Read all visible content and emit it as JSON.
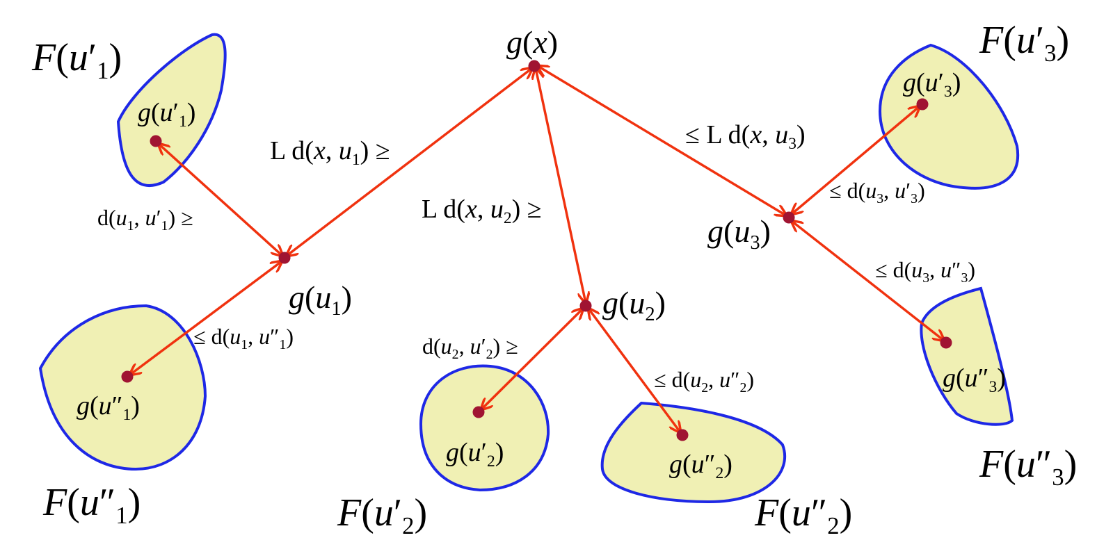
{
  "diagram": {
    "colors": {
      "region_fill": "#f0f0b4",
      "region_stroke": "#1e28e6",
      "arrow": "#f0320f",
      "point": "#a01432"
    },
    "center": {
      "func": "g",
      "arg": "x"
    },
    "points": {
      "u1": {
        "func": "g",
        "arg": "u",
        "sub": "1",
        "prime": ""
      },
      "u2": {
        "func": "g",
        "arg": "u",
        "sub": "2",
        "prime": ""
      },
      "u3": {
        "func": "g",
        "arg": "u",
        "sub": "3",
        "prime": ""
      },
      "u1p": {
        "func": "g",
        "arg": "u",
        "sub": "1",
        "prime": "′"
      },
      "u1pp": {
        "func": "g",
        "arg": "u",
        "sub": "1",
        "prime": "″"
      },
      "u2p": {
        "func": "g",
        "arg": "u",
        "sub": "2",
        "prime": "′"
      },
      "u2pp": {
        "func": "g",
        "arg": "u",
        "sub": "2",
        "prime": "″"
      },
      "u3p": {
        "func": "g",
        "arg": "u",
        "sub": "3",
        "prime": "′"
      },
      "u3pp": {
        "func": "g",
        "arg": "u",
        "sub": "3",
        "prime": "″"
      }
    },
    "sets": {
      "u1p": {
        "func": "F",
        "arg": "u",
        "sub": "1",
        "prime": "′"
      },
      "u1pp": {
        "func": "F",
        "arg": "u",
        "sub": "1",
        "prime": "″"
      },
      "u2p": {
        "func": "F",
        "arg": "u",
        "sub": "2",
        "prime": "′"
      },
      "u2pp": {
        "func": "F",
        "arg": "u",
        "sub": "2",
        "prime": "″"
      },
      "u3p": {
        "func": "F",
        "arg": "u",
        "sub": "3",
        "prime": "′"
      },
      "u3pp": {
        "func": "F",
        "arg": "u",
        "sub": "3",
        "prime": "″"
      }
    },
    "distances": {
      "x_u1": {
        "pre": "L d(",
        "a": "x",
        "asub": "",
        "aprime": "",
        "b": "u",
        "bsub": "1",
        "bprime": "",
        "post": ") ≥"
      },
      "x_u2": {
        "pre": "L d(",
        "a": "x",
        "asub": "",
        "aprime": "",
        "b": "u",
        "bsub": "2",
        "bprime": "",
        "post": ") ≥"
      },
      "x_u3": {
        "pre": "≤ L d(",
        "a": "x",
        "asub": "",
        "aprime": "",
        "b": "u",
        "bsub": "3",
        "bprime": "",
        "post": ")"
      },
      "u1_u1p": {
        "pre": "d(",
        "a": "u",
        "asub": "1",
        "aprime": "",
        "b": "u",
        "bsub": "1",
        "bprime": "′",
        "post": ") ≥"
      },
      "u1_u1pp": {
        "pre": "≤ d(",
        "a": "u",
        "asub": "1",
        "aprime": "",
        "b": "u",
        "bsub": "1",
        "bprime": "″",
        "post": ")"
      },
      "u2_u2p": {
        "pre": "d(",
        "a": "u",
        "asub": "2",
        "aprime": "",
        "b": "u",
        "bsub": "2",
        "bprime": "′",
        "post": ") ≥"
      },
      "u2_u2pp": {
        "pre": "≤ d(",
        "a": "u",
        "asub": "2",
        "aprime": "",
        "b": "u",
        "bsub": "2",
        "bprime": "″",
        "post": ")"
      },
      "u3_u3p": {
        "pre": "≤ d(",
        "a": "u",
        "asub": "3",
        "aprime": "",
        "b": "u",
        "bsub": "3",
        "bprime": "′",
        "post": ")"
      },
      "u3_u3pp": {
        "pre": "≤ d(",
        "a": "u",
        "asub": "3",
        "aprime": "",
        "b": "u",
        "bsub": "3",
        "bprime": "″",
        "post": ")"
      }
    }
  }
}
